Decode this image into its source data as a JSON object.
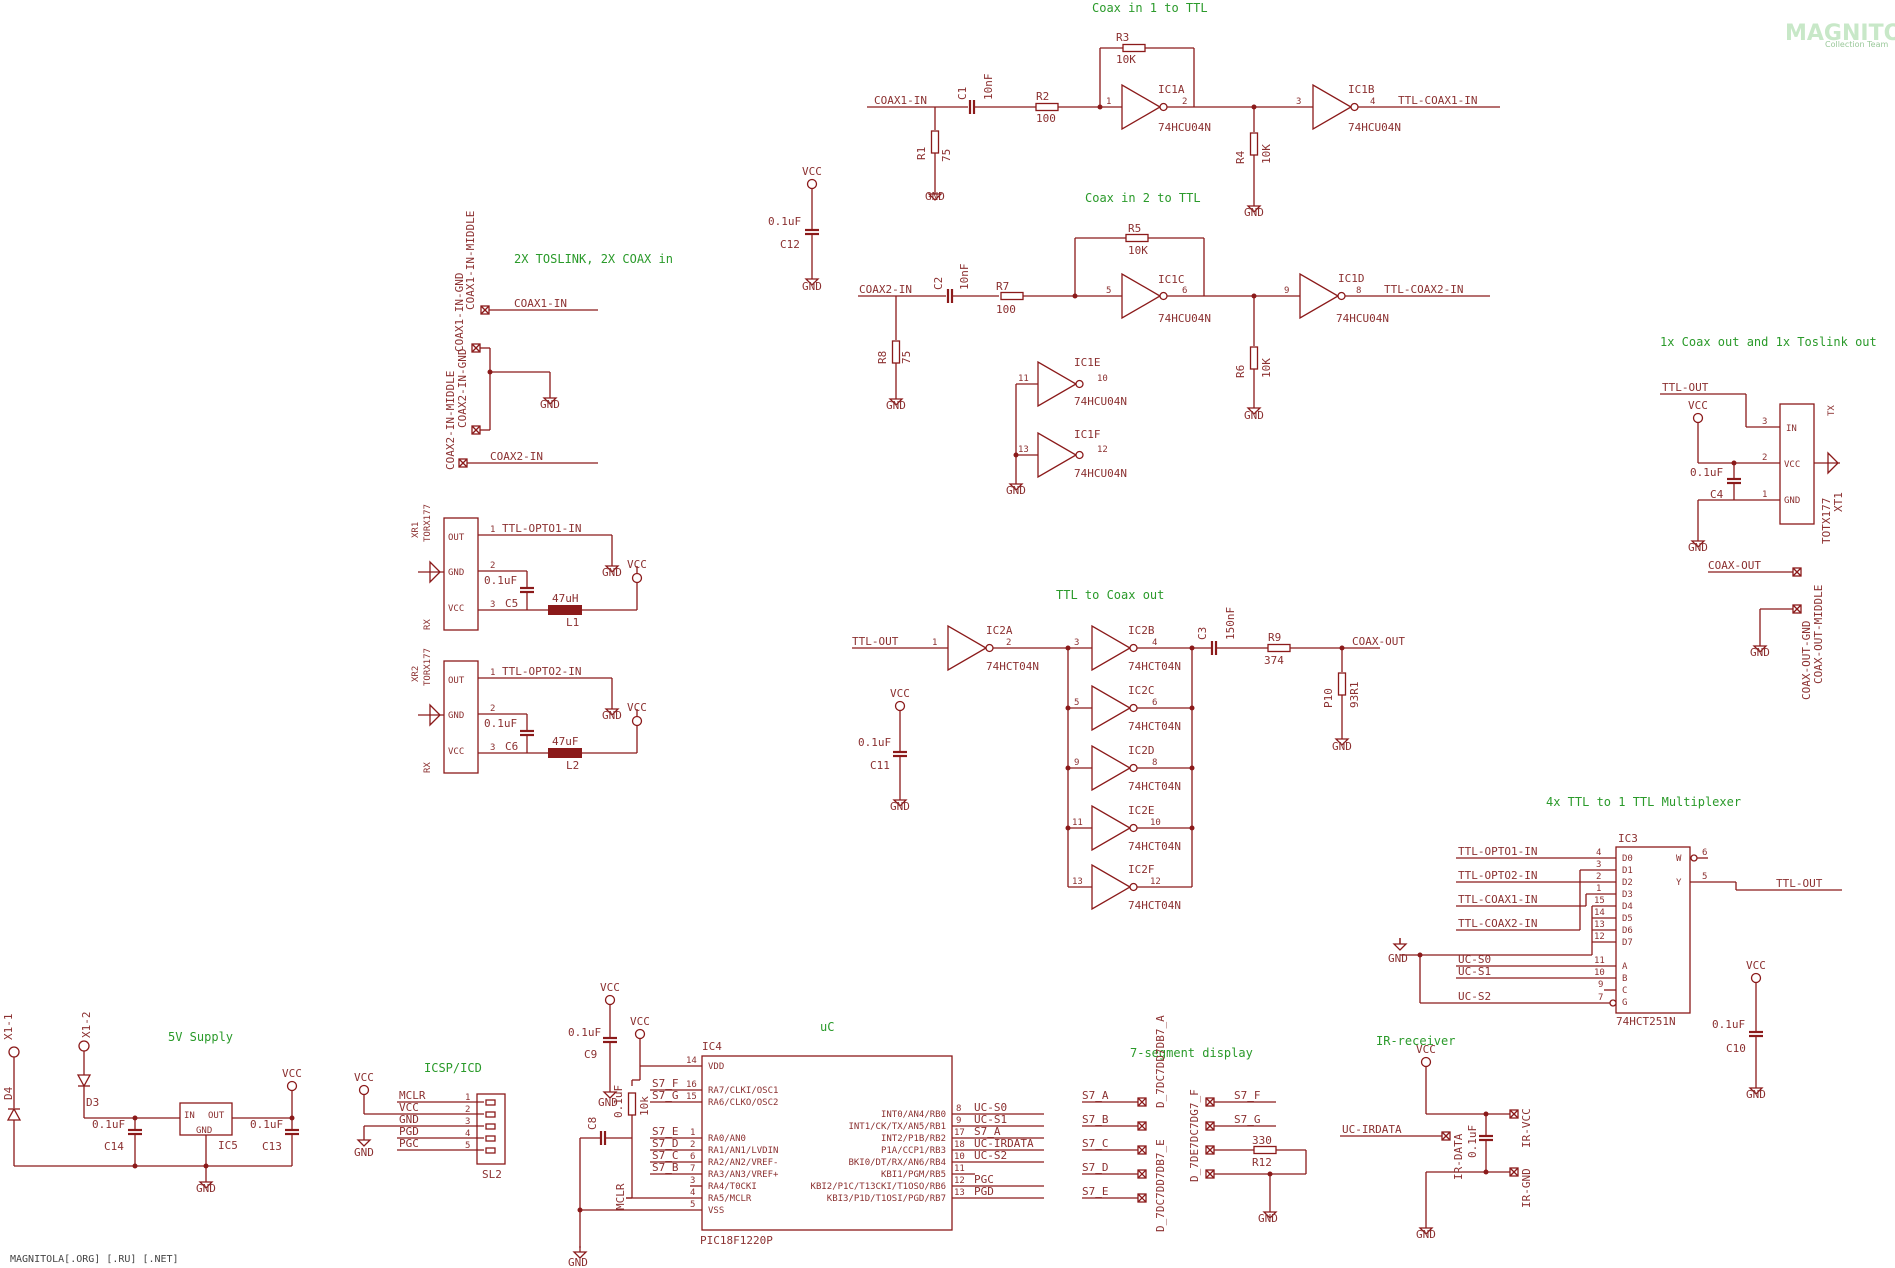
{
  "logo": {
    "main": "MAGNITOLA",
    "sub": "Collection Team"
  },
  "footer": "MAGNITOLA[.ORG] [.RU] [.NET]",
  "sections": {
    "coax1": "Coax in 1 to TTL",
    "coax2": "Coax in 2 to TTL",
    "inputs": "2X TOSLINK, 2X COAX in",
    "out": "1x Coax out and 1x Toslink out",
    "ttl2coax": "TTL to Coax out",
    "mux": "4x TTL to 1 TTL Multiplexer",
    "supply": "5V Supply",
    "icsp": "ICSP/ICD",
    "uc": "uC",
    "seg": "7-segment display",
    "ir": "IR-receiver"
  },
  "nets": {
    "coax1_in": "COAX1-IN",
    "coax2_in": "COAX2-IN",
    "ttl_coax1": "TTL-COAX1-IN",
    "ttl_coax2": "TTL-COAX2-IN",
    "ttl_opto1": "TTL-OPTO1-IN",
    "ttl_opto2": "TTL-OPTO2-IN",
    "ttl_out": "TTL-OUT",
    "coax_out": "COAX-OUT",
    "uc_s0": "UC-S0",
    "uc_s1": "UC-S1",
    "uc_s2": "UC-S2",
    "uc_irdata": "UC-IRDATA",
    "vcc": "VCC",
    "gnd": "GND",
    "mclr": "MCLR",
    "pgd": "PGD",
    "pgc": "PGC"
  },
  "parts": {
    "r1": "R1",
    "r1v": "75",
    "r2": "R2",
    "r2v": "100",
    "r3": "R3",
    "r3v": "10K",
    "r4": "R4",
    "r4v": "10K",
    "r5": "R5",
    "r5v": "10K",
    "r6": "R6",
    "r6v": "10K",
    "r7": "R7",
    "r7v": "100",
    "r8": "R8",
    "r8v": "75",
    "r9": "R9",
    "r9v": "374",
    "r10": "P10",
    "r10v": "93R1",
    "r11v": "10k",
    "r12": "R12",
    "r12v": "330",
    "c1": "C1",
    "c1v": "10nF",
    "c2": "C2",
    "c2v": "10nF",
    "c3": "C3",
    "c3v": "150nF",
    "c4": "C4",
    "c5": "C5",
    "c6": "C6",
    "c8": "C8",
    "c9": "C9",
    "c10": "C10",
    "c11": "C11",
    "c12": "C12",
    "c13": "C13",
    "c14": "C14",
    "cval": "0.1uF",
    "l1": "L1",
    "l1v": "47uH",
    "l2": "L2",
    "l2v": "47uF",
    "ic1a": "IC1A",
    "ic1b": "IC1B",
    "ic1c": "IC1C",
    "ic1d": "IC1D",
    "ic1e": "IC1E",
    "ic1f": "IC1F",
    "hcu": "74HCU04N",
    "ic2a": "IC2A",
    "ic2b": "IC2B",
    "ic2c": "IC2C",
    "ic2d": "IC2D",
    "ic2e": "IC2E",
    "ic2f": "IC2F",
    "hct": "74HCT04N",
    "ic3": "IC3",
    "ic3v": "74HCT251N",
    "ic4": "IC4",
    "ic4v": "PIC18F1220P",
    "ic5": "IC5",
    "xr1": "XR1",
    "xr2": "XR2",
    "torx": "TORX177",
    "xt1": "XT1",
    "totx": "TOTX177",
    "sl2": "SL2",
    "d3": "D3",
    "d4": "D4",
    "x12": "X1-2",
    "x11": "X1-1"
  },
  "connector_labels": {
    "coax1_gnd": "COAX1-IN-GND",
    "coax1_mid": "COAX1-IN-MIDDLE",
    "coax2_gnd": "COAX2-IN-GND",
    "coax2_mid": "COAX2-IN-MIDDLE",
    "coax_out_gnd": "COAX-OUT-GND",
    "coax_out_mid": "COAX-OUT-MIDDLE",
    "ir_data": "IR-DATA",
    "ir_vcc": "IR-VCC",
    "ir_gnd": "IR-GND"
  },
  "pins": {
    "torx": [
      "OUT",
      "GND",
      "VCC"
    ],
    "totx": [
      "IN",
      "VCC",
      "GND"
    ],
    "rx": "RX",
    "tx": "TX",
    "reg": [
      "IN",
      "OUT",
      "GND"
    ],
    "mux_left": [
      "D0",
      "D1",
      "D2",
      "D3",
      "D4",
      "D5",
      "D6",
      "D7",
      "A",
      "B",
      "C",
      "G"
    ],
    "mux_right": [
      "W",
      "Y"
    ],
    "pic_left": [
      "VDD",
      "RA7/CLKI/OSC1",
      "RA6/CLKO/OSC2",
      "RA0/AN0",
      "RA1/AN1/LVDIN",
      "RA2/AN2/VREF-",
      "RA3/AN3/VREF+",
      "RA4/T0CKI",
      "RA5/MCLR",
      "VSS"
    ],
    "pic_right": [
      "INT0/AN4/RB0",
      "INT1/CK/TX/AN5/RB1",
      "INT2/P1B/RB2",
      "P1A/CCP1/RB3",
      "BKI0/DT/RX/AN6/RB4",
      "KBI1/PGM/RB5",
      "KBI2/P1C/T13CKI/T1OSO/RB6",
      "KBI3/P1D/T1OSI/PGD/RB7"
    ],
    "pic_right_nets": [
      "UC-S0",
      "UC-S1",
      "S7_A",
      "UC-IRDATA",
      "UC-S2",
      "",
      "PGC",
      "PGD"
    ],
    "pic_left_nets": [
      "",
      "S7_F",
      "S7_G",
      "S7_E",
      "S7_D",
      "S7_C",
      "S7_B",
      "",
      "MCLR",
      ""
    ],
    "icsp": [
      "MCLR",
      "VCC",
      "GND",
      "PGD",
      "PGC"
    ],
    "seg_left": [
      "S7_A",
      "S7_B",
      "S7_C",
      "S7_D",
      "S7_E"
    ],
    "seg_right": [
      "S7_F",
      "S7_G"
    ],
    "seg_vert1": "D_7DC7DD7DB7_A",
    "seg_vert2": "D_7DE7DC7DG7_F",
    "seg_vert3": "D_7DC7DD7DB7_E"
  }
}
